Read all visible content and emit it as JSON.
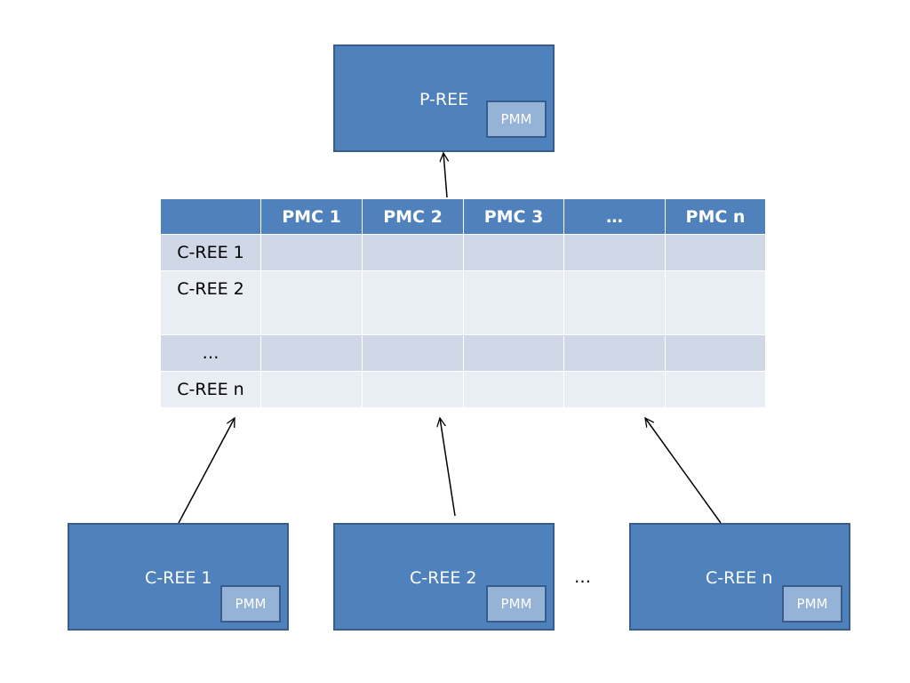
{
  "top_node": {
    "label": "P-REE",
    "module": "PMM"
  },
  "table": {
    "corner": "",
    "columns": [
      "PMC 1",
      "PMC 2",
      "PMC 3",
      "…",
      "PMC n"
    ],
    "rows": [
      "C-REE 1",
      "C-REE 2",
      "…",
      "C-REE n"
    ]
  },
  "bottom_nodes": [
    {
      "label": "C-REE 1",
      "module": "PMM"
    },
    {
      "label": "C-REE 2",
      "module": "PMM"
    },
    {
      "label": "C-REE n",
      "module": "PMM"
    }
  ],
  "between_ellipsis": "…",
  "colors": {
    "box_fill": "#4f81bd",
    "box_border": "#385d8a",
    "pmm_fill": "#95b3d7",
    "header_fill": "#4f81bd",
    "row_odd": "#d0d8e8",
    "row_even": "#e9edf4"
  }
}
